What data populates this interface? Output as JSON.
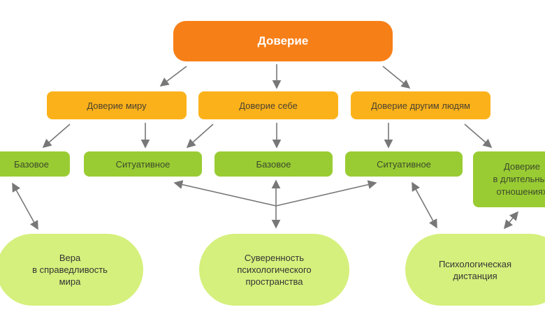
{
  "root": "Доверие",
  "level2": [
    "Доверие миру",
    "Доверие себе",
    "Доверие другим людям"
  ],
  "level3": [
    "Базовое",
    "Ситуативное",
    "Базовое",
    "Ситуативное",
    "Доверие\nв длительных\nотношениях"
  ],
  "outcomes": [
    "Вера\nв справедливость\nмира",
    "Суверенность\nпсихологического\nпространства",
    "Психологическая\nдистанция"
  ],
  "colors": {
    "root": "#f77f17",
    "level2": "#fbb21a",
    "level3": "#99cc33",
    "outcomes": "#d5f07c",
    "arrows": "#777777"
  }
}
